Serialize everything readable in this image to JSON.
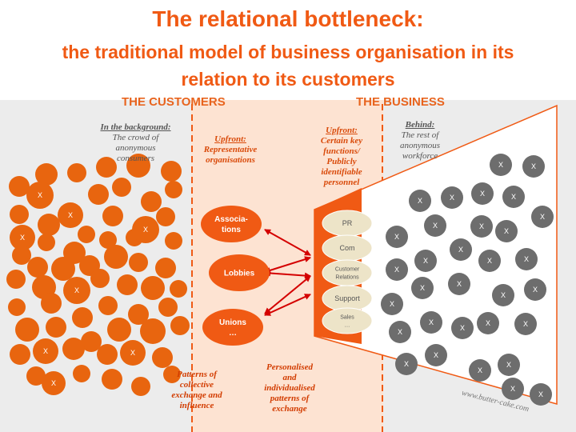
{
  "title": "The relational bottleneck:",
  "subtitle_line1": "the traditional model of business organisation in its",
  "subtitle_line2": "relation to its customers",
  "sections": {
    "customers": "THE CUSTOMERS",
    "business": "THE BUSINESS"
  },
  "notes": {
    "background": {
      "heading": "In the background:",
      "l1": "The crowd of",
      "l2": "anonymous",
      "l3": "consumers"
    },
    "upfront_left": {
      "heading": "Upfront:",
      "l1": "Representative",
      "l2": "organisations"
    },
    "upfront_right": {
      "heading": "Upfront:",
      "l1": "Certain key",
      "l2": "functions/",
      "l3": "Publicly",
      "l4": "identifiable",
      "l5": "personnel"
    },
    "behind": {
      "heading": "Behind:",
      "l1": "The rest of",
      "l2": "anonymous",
      "l3": "workforce"
    }
  },
  "organisations": [
    "Associa-\ntions",
    "Lobbies",
    "Unions\n…"
  ],
  "functions": [
    "PR",
    "Com",
    "Customer\nRelations",
    "Support",
    "Sales\n…"
  ],
  "bottom_notes": {
    "collective": "Patterns of\ncollective\nexchange and\ninfluence",
    "personal": "Personalised\nand\nindividualised\npatterns of\nexchange"
  },
  "marker": "X",
  "watermark": "www.butter-cake.com",
  "colors": {
    "accent": "#f05a14",
    "orange_circle": "#e8650f",
    "grey_circle": "#6d6d6d",
    "band": "#fde3d2",
    "bg": "#ececec",
    "arrow": "#d40000"
  }
}
